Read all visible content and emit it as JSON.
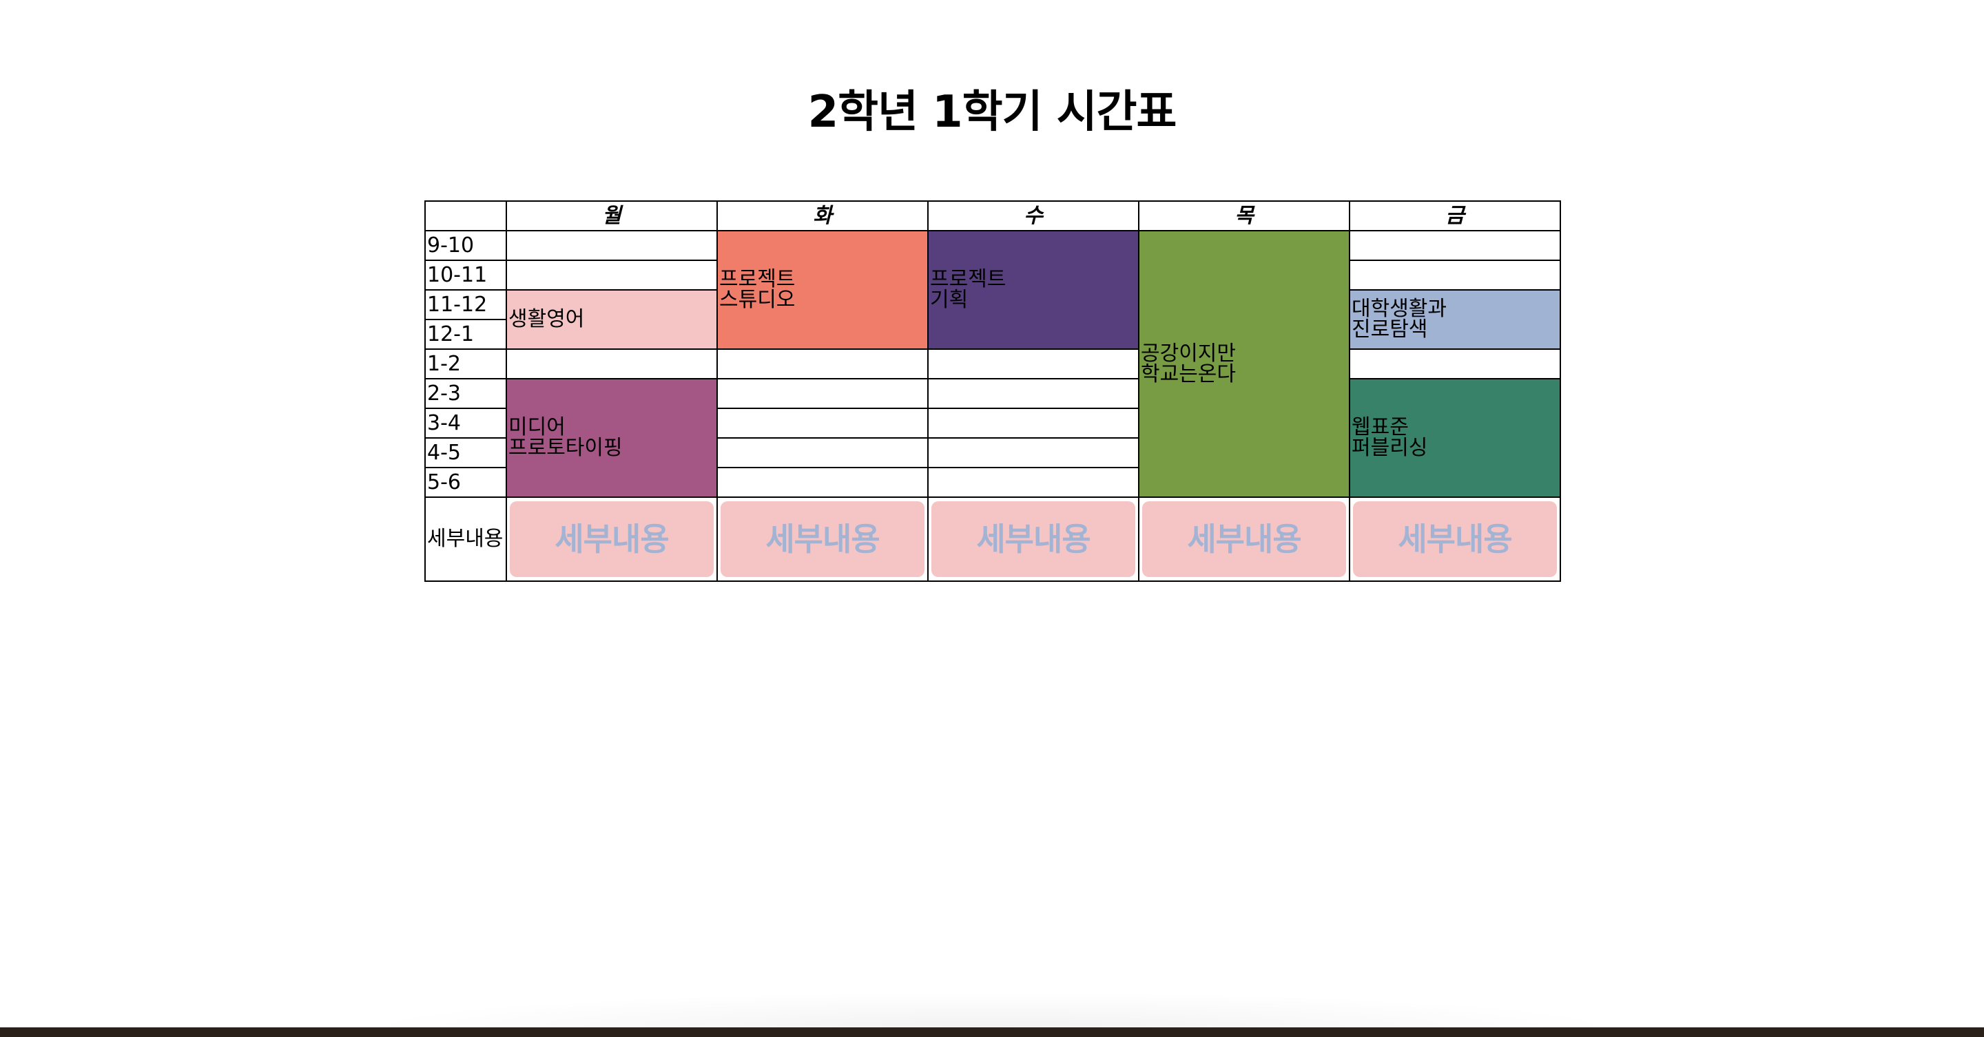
{
  "title": "2학년 1학기 시간표",
  "days": [
    "월",
    "화",
    "수",
    "목",
    "금"
  ],
  "times": [
    "9-10",
    "10-11",
    "11-12",
    "12-1",
    "1-2",
    "2-3",
    "3-4",
    "4-5",
    "5-6"
  ],
  "classes": {
    "mon_english": {
      "name": "생활영어",
      "color": "#f5c5c5"
    },
    "mon_media": {
      "name": "미디어\n프로토타이핑",
      "color": "#a45784"
    },
    "tue_studio": {
      "name": "프로젝트\n스튜디오",
      "color": "#f07c6a"
    },
    "wed_plan": {
      "name": "프로젝트\n기획",
      "color": "#573f7e"
    },
    "thu_free": {
      "name": "공강이지만\n학교는온다",
      "color": "#789c43"
    },
    "fri_career": {
      "name": "대학생활과\n진로탐색",
      "color": "#a0b3d3"
    },
    "fri_web": {
      "name": "웹표준\n퍼블리싱",
      "color": "#378268"
    }
  },
  "detail": {
    "row_label": "세부내용",
    "button_label": "세부내용",
    "button_color": "#f5c5c5",
    "button_text_color": "#a3b3d4"
  }
}
